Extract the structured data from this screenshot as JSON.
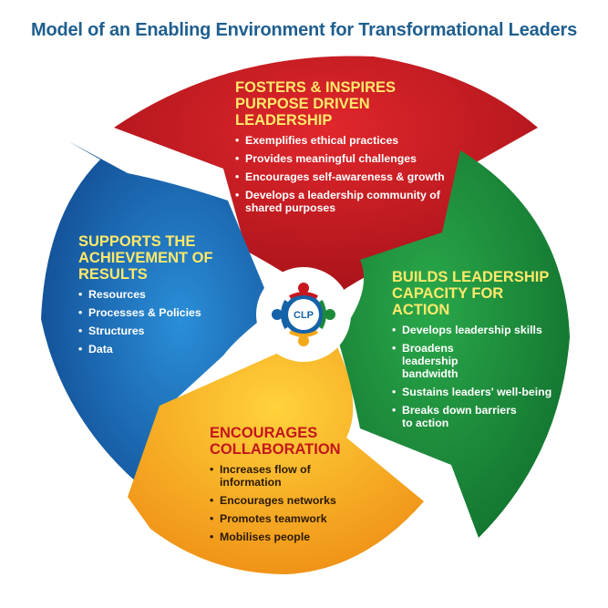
{
  "title": "Model of an Enabling Environment for Transformational Leaders",
  "colors": {
    "red": "#c8161e",
    "green": "#1d8a3a",
    "blue": "#1462a8",
    "yellow": "#f3a81a",
    "title": "#1f5f8f",
    "heading_yellow": "#ffe96a",
    "heading_red": "#c3161c"
  },
  "segments": {
    "red": {
      "heading": [
        "FOSTERS & INSPIRES",
        "PURPOSE DRIVEN",
        "LEADERSHIP"
      ],
      "items": [
        "Exemplifies ethical practices",
        "Provides meaningful challenges",
        "Encourages self-awareness & growth",
        "Develops a leadership community of shared purposes"
      ]
    },
    "blue": {
      "heading": [
        "SUPPORTS THE",
        "ACHIEVEMENT OF",
        "RESULTS"
      ],
      "items": [
        "Resources",
        "Processes & Policies",
        "Structures",
        "Data"
      ]
    },
    "green": {
      "heading": [
        "BUILDS LEADERSHIP",
        "CAPACITY FOR",
        "ACTION"
      ],
      "items": [
        "Develops leadership skills",
        "Broadens leadership bandwidth",
        "Sustains leaders' well-being",
        "Breaks down barriers to action"
      ]
    },
    "yellow": {
      "heading": [
        "ENCOURAGES",
        "COLLABORATION"
      ],
      "items": [
        "Increases flow of information",
        "Encourages networks",
        "Promotes teamwork",
        "Mobilises people"
      ]
    }
  },
  "logo": {
    "text": "CLP",
    "dot_colors": [
      "#c8161e",
      "#1d8a3a",
      "#f3a81a",
      "#1462a8"
    ]
  }
}
